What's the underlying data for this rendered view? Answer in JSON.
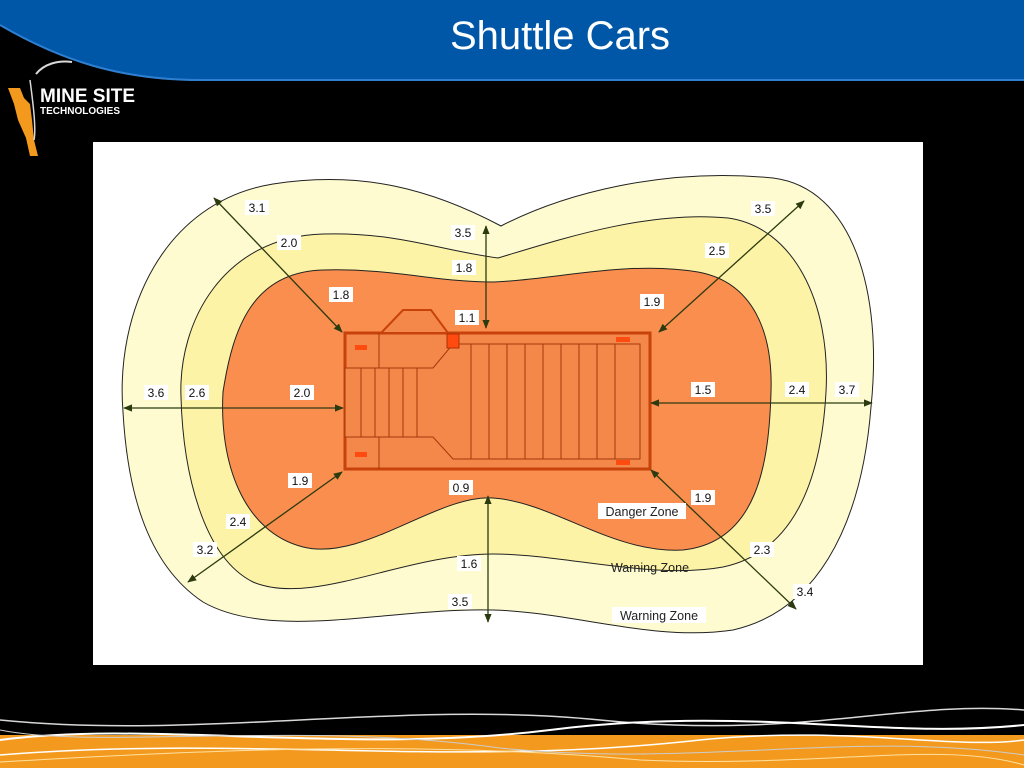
{
  "slide": {
    "title": "Shuttle Cars",
    "logo": {
      "line1": "MINE SITE",
      "line2": "TECHNOLOGIES"
    }
  },
  "colors": {
    "header_blue": "#0057a8",
    "danger_zone": "#f98e4e",
    "warning_zone_inner": "#fdf3a6",
    "warning_zone_outer": "#fefbd0",
    "vehicle_fill": "#f4874a",
    "vehicle_stroke": "#c8420c",
    "footer_orange": "#f39a1e"
  },
  "diagram": {
    "zones": [
      {
        "label": "Danger Zone"
      },
      {
        "label": "Warning Zone"
      },
      {
        "label": "Warning Zone"
      }
    ],
    "measurements": [
      {
        "value": "3.1"
      },
      {
        "value": "2.0"
      },
      {
        "value": "1.8"
      },
      {
        "value": "3.5"
      },
      {
        "value": "1.8"
      },
      {
        "value": "1.1"
      },
      {
        "value": "3.5"
      },
      {
        "value": "2.5"
      },
      {
        "value": "1.9"
      },
      {
        "value": "3.6"
      },
      {
        "value": "2.6"
      },
      {
        "value": "2.0"
      },
      {
        "value": "1.5"
      },
      {
        "value": "2.4"
      },
      {
        "value": "3.7"
      },
      {
        "value": "1.9"
      },
      {
        "value": "2.4"
      },
      {
        "value": "3.2"
      },
      {
        "value": "0.9"
      },
      {
        "value": "1.6"
      },
      {
        "value": "3.5"
      },
      {
        "value": "1.9"
      },
      {
        "value": "2.3"
      },
      {
        "value": "3.4"
      }
    ]
  }
}
